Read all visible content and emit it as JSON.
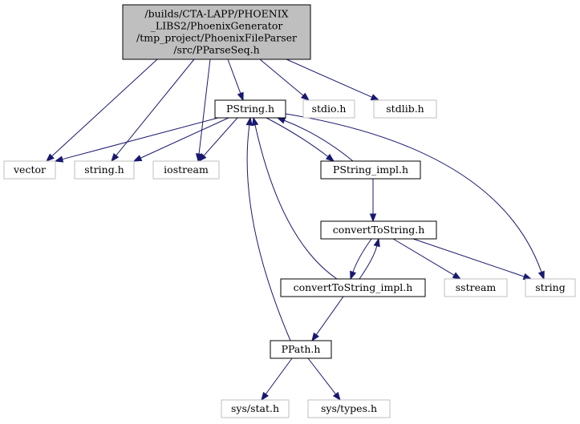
{
  "diagram": {
    "colors": {
      "edge": "#191970",
      "root_fill": "#bfbfbf",
      "root_stroke": "#000000",
      "internal_stroke": "#000000",
      "external_stroke": "#bfbfbf",
      "fill": "#ffffff"
    },
    "nodes": [
      {
        "id": "root",
        "kind": "root",
        "lines": [
          "/builds/CTA-LAPP/PHOENIX",
          "_LIBS2/PhoenixGenerator",
          "/tmp_project/PhoenixFileParser",
          "/src/PParseSeq.h"
        ]
      },
      {
        "id": "pstring",
        "kind": "internal",
        "lines": [
          "PString.h"
        ]
      },
      {
        "id": "stdio",
        "kind": "external",
        "lines": [
          "stdio.h"
        ]
      },
      {
        "id": "stdlib",
        "kind": "external",
        "lines": [
          "stdlib.h"
        ]
      },
      {
        "id": "vector",
        "kind": "external",
        "lines": [
          "vector"
        ]
      },
      {
        "id": "stringh",
        "kind": "external",
        "lines": [
          "string.h"
        ]
      },
      {
        "id": "iostream",
        "kind": "external",
        "lines": [
          "iostream"
        ]
      },
      {
        "id": "pstring_impl",
        "kind": "internal",
        "lines": [
          "PString_impl.h"
        ]
      },
      {
        "id": "convert",
        "kind": "internal",
        "lines": [
          "convertToString.h"
        ]
      },
      {
        "id": "convert_impl",
        "kind": "internal",
        "lines": [
          "convertToString_impl.h"
        ]
      },
      {
        "id": "sstream",
        "kind": "external",
        "lines": [
          "sstream"
        ]
      },
      {
        "id": "string",
        "kind": "external",
        "lines": [
          "string"
        ]
      },
      {
        "id": "ppath",
        "kind": "internal",
        "lines": [
          "PPath.h"
        ]
      },
      {
        "id": "sysstat",
        "kind": "external",
        "lines": [
          "sys/stat.h"
        ]
      },
      {
        "id": "systypes",
        "kind": "external",
        "lines": [
          "sys/types.h"
        ]
      }
    ],
    "edges": [
      {
        "from": "root",
        "to": "vector"
      },
      {
        "from": "root",
        "to": "stringh"
      },
      {
        "from": "root",
        "to": "iostream"
      },
      {
        "from": "root",
        "to": "pstring"
      },
      {
        "from": "root",
        "to": "stdio"
      },
      {
        "from": "root",
        "to": "stdlib"
      },
      {
        "from": "pstring",
        "to": "vector"
      },
      {
        "from": "pstring",
        "to": "stringh"
      },
      {
        "from": "pstring",
        "to": "iostream"
      },
      {
        "from": "pstring",
        "to": "pstring_impl"
      },
      {
        "from": "pstring",
        "to": "string"
      },
      {
        "from": "pstring_impl",
        "to": "pstring"
      },
      {
        "from": "pstring_impl",
        "to": "convert"
      },
      {
        "from": "convert",
        "to": "convert_impl"
      },
      {
        "from": "convert",
        "to": "sstream"
      },
      {
        "from": "convert",
        "to": "string"
      },
      {
        "from": "convert_impl",
        "to": "convert"
      },
      {
        "from": "convert_impl",
        "to": "pstring"
      },
      {
        "from": "convert_impl",
        "to": "ppath"
      },
      {
        "from": "ppath",
        "to": "pstring"
      },
      {
        "from": "ppath",
        "to": "sysstat"
      },
      {
        "from": "ppath",
        "to": "systypes"
      }
    ]
  }
}
